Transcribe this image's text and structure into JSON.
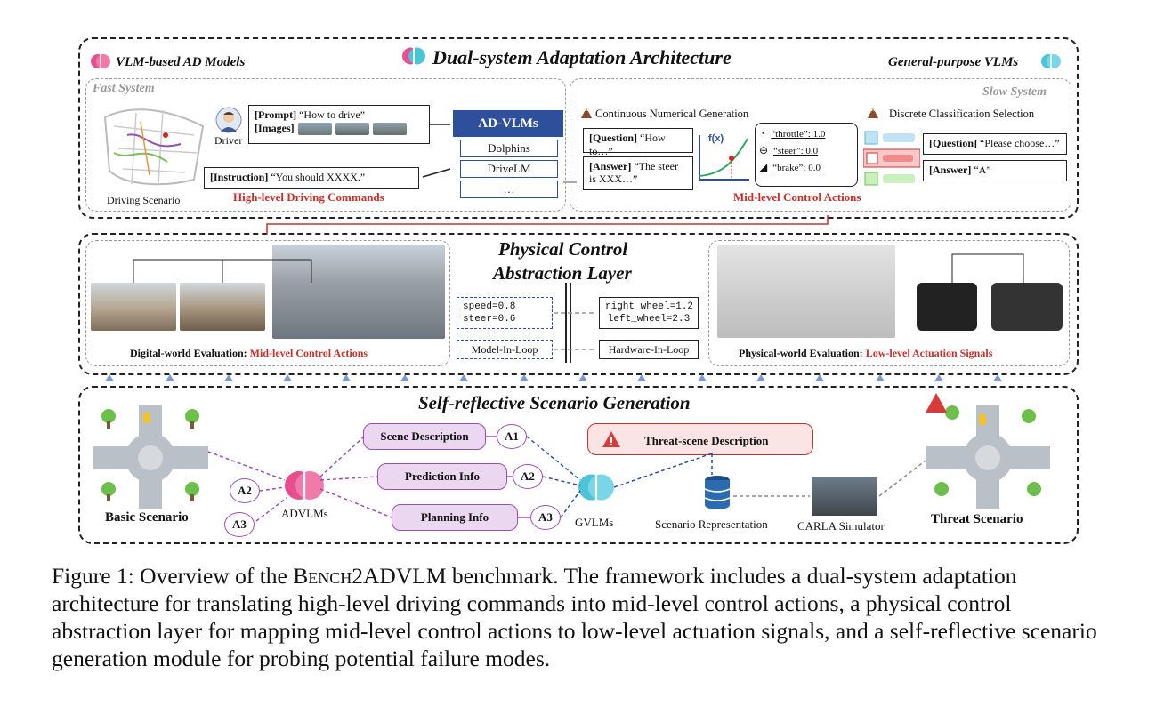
{
  "top": {
    "title": "Dual-system Adaptation Architecture",
    "left_label": "VLM-based AD Models",
    "right_label": "General-purpose VLMs",
    "fast": {
      "label": "Fast System",
      "driving_scenario": "Driving Scenario",
      "driver": "Driver",
      "prompt_tag": "[Prompt]",
      "prompt_text": "“How to drive”",
      "images_tag": "[Images]",
      "instruction_tag": "[Instruction]",
      "instruction_text": "“You should XXXX.”",
      "commands": "High-level Driving Commands",
      "model_header": "AD-VLMs",
      "models": [
        "Dolphins",
        "DriveLM",
        "…"
      ]
    },
    "slow": {
      "label": "Slow System",
      "continuous": "Continuous Numerical Generation",
      "discrete": "Discrete Classification Selection",
      "q1_tag": "[Question]",
      "q1_text": "“How to…”",
      "a1_tag": "[Answer]",
      "a1_text": "“The steer is XXX…”",
      "fx": "f(x)",
      "controls": [
        "“throttle”: 1.0",
        "“steer”: 0.0",
        "“brake”: 0.0"
      ],
      "q2_tag": "[Question]",
      "q2_text": "“Please choose…”",
      "a2_tag": "[Answer]",
      "a2_text": "“A”",
      "mid_level": "Mid-level Control Actions"
    }
  },
  "middle": {
    "title_line1": "Physical Control",
    "title_line2": "Abstraction Layer",
    "speed": "speed=0.8",
    "steer": "steer=0.6",
    "right_wheel": "right_wheel=1.2",
    "left_wheel": "left_wheel=2.3",
    "mil": "Model-In-Loop",
    "hil": "Hardware-In-Loop",
    "digital_prefix": "Digital-world Evaluation: ",
    "digital_suffix": "Mid-level Control Actions",
    "physical_prefix": "Physical-world Evaluation: ",
    "physical_suffix": "Low-level Actuation Signals"
  },
  "bottom": {
    "title": "Self-reflective Scenario Generation",
    "basic": "Basic Scenario",
    "advlms": "ADVLMs",
    "a2_left": "A2",
    "a3_left": "A3",
    "scene": "Scene Description",
    "prediction": "Prediction Info",
    "planning": "Planning Info",
    "a1": "A1",
    "a2": "A2",
    "a3": "A3",
    "gvlms": "GVLMs",
    "threat_desc": "Threat-scene Description",
    "scenario_rep": "Scenario Representation",
    "carla": "CARLA Simulator",
    "threat_scenario": "Threat Scenario"
  },
  "caption": {
    "label": "Figure 1: Overview of the ",
    "benchmark": "Bench2ADVLM",
    "rest": " benchmark. The framework includes a dual-system adaptation architecture for translating high-level driving commands into mid-level control actions, a physical control abstraction layer for mapping mid-level control actions to low-level actuation signals, and a self-reflective scenario generation module for probing potential failure modes."
  },
  "colors": {
    "accent_red": "#c8302c",
    "adv_blue": "#2e4f9b",
    "pill_purple": "#ecd7f1",
    "arrow_blue": "#7a9ad0"
  }
}
